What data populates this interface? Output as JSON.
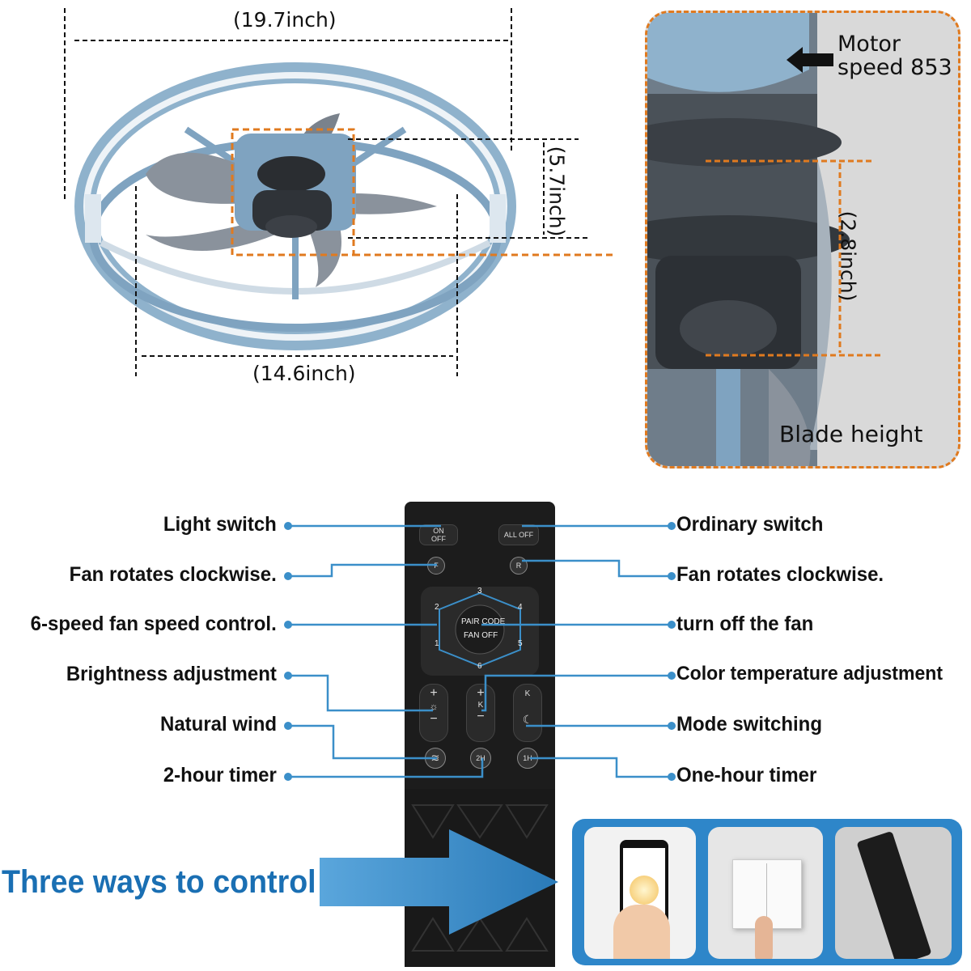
{
  "dimensions": {
    "outer_width": "(19.7inch)",
    "inner_width": "(14.6inch)",
    "height": "(5.7inch)",
    "blade_gap": "(2.8inch)"
  },
  "detail": {
    "motor_label": "Motor\nspeed 853",
    "blade_height": "Blade height"
  },
  "remote_labels_left": [
    "Light switch",
    "Fan rotates clockwise.",
    "6-speed fan speed control.",
    "Brightness adjustment",
    "Natural wind",
    "2-hour timer"
  ],
  "remote_labels_right": [
    "Ordinary switch",
    "Fan rotates clockwise.",
    "turn off the fan",
    "Color temperature adjustment",
    "Mode switching",
    "One-hour timer"
  ],
  "remote_buttons": {
    "on_off": "ON\nOFF",
    "all_off": "ALL OFF",
    "f": "F",
    "r": "R",
    "pair_code": "PAIR CODE",
    "fan_off": "FAN OFF",
    "speeds": [
      "1",
      "2",
      "3",
      "4",
      "5",
      "6"
    ],
    "k": "K",
    "two_h": "2H",
    "one_h": "1H"
  },
  "control_banner": {
    "title": "Three ways to control"
  },
  "colors": {
    "accent_orange": "#e07a1f",
    "callout_blue": "#3b8fc9",
    "fan_blue": "#8fb2cc",
    "banner_blue": "#1a6fb3"
  }
}
